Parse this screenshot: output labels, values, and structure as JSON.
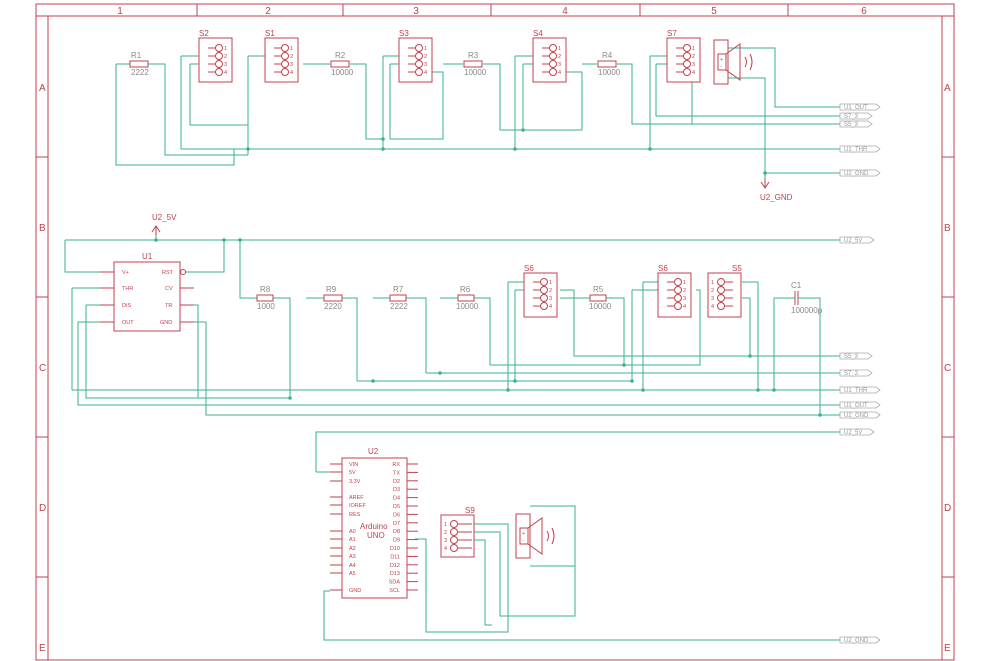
{
  "frame": {
    "columns": [
      "1",
      "2",
      "3",
      "4",
      "5",
      "6"
    ],
    "rows": [
      "A",
      "B",
      "C",
      "D",
      "E"
    ]
  },
  "resistors": {
    "R1": {
      "name": "R1",
      "value": "2222"
    },
    "R2": {
      "name": "R2",
      "value": "10000"
    },
    "R3": {
      "name": "R3",
      "value": "10000"
    },
    "R4": {
      "name": "R4",
      "value": "10000"
    },
    "R5": {
      "name": "R5",
      "value": "10000"
    },
    "R6": {
      "name": "R6",
      "value": "10000"
    },
    "R7": {
      "name": "R7",
      "value": "2222"
    },
    "R8": {
      "name": "R8",
      "value": "1000"
    },
    "R9": {
      "name": "R9",
      "value": "2220"
    }
  },
  "capacitor": {
    "name": "C1",
    "value": "100000p"
  },
  "switches": {
    "S1": "S1",
    "S2": "S2",
    "S3": "S3",
    "S4": "S4",
    "S5": "S5",
    "S6a": "S6",
    "S6b": "S6",
    "S7": "S7",
    "S9": "S9"
  },
  "switch_pins": [
    "1",
    "2",
    "3",
    "4"
  ],
  "power_symbols": {
    "u2_5v": "U2_5V",
    "u2_gnd": "U2_GND"
  },
  "net_labels": {
    "u1_out_a": "U1_OUT",
    "s7_3_a": "S7_3",
    "s5_3_a": "S5_3",
    "u1_thr_a": "U1_THR",
    "u2_gnd_a": "U2_GND",
    "u2_5v_b": "U2_5V",
    "s5_3_c": "S5_3",
    "s7_3_c": "S7_3",
    "u1_thr_c": "U1_THR",
    "u1_out_c": "U1_OUT",
    "u2_gnd_c": "U2_GND",
    "u2_5v_d": "U2_5V",
    "u2_gnd_e": "U2_GND"
  },
  "u1": {
    "name": "U1",
    "pins_left": [
      "V+",
      "THR",
      "DIS",
      "OUT"
    ],
    "pins_right": [
      "RST",
      "CV",
      "TR",
      "GND"
    ]
  },
  "u2": {
    "name": "U2",
    "title_line1": "Arduino",
    "title_line2": "UNO",
    "pins_left": [
      "VIN",
      "5V",
      "3.3V",
      "AREF",
      "IOREF",
      "RES",
      "A0",
      "A1",
      "A2",
      "A3",
      "A4",
      "A5",
      "GND"
    ],
    "pins_right": [
      "RX",
      "TX",
      "D2",
      "D3",
      "D4",
      "D5",
      "D6",
      "D7",
      "D8",
      "D9",
      "D10",
      "D11",
      "D12",
      "D13",
      "SDA",
      "SCL"
    ]
  },
  "speaker_pins": {
    "plus": "+",
    "minus": "-"
  },
  "colors": {
    "frame": "#c0424c",
    "wire": "#3ab191",
    "net_label": "#999999"
  }
}
